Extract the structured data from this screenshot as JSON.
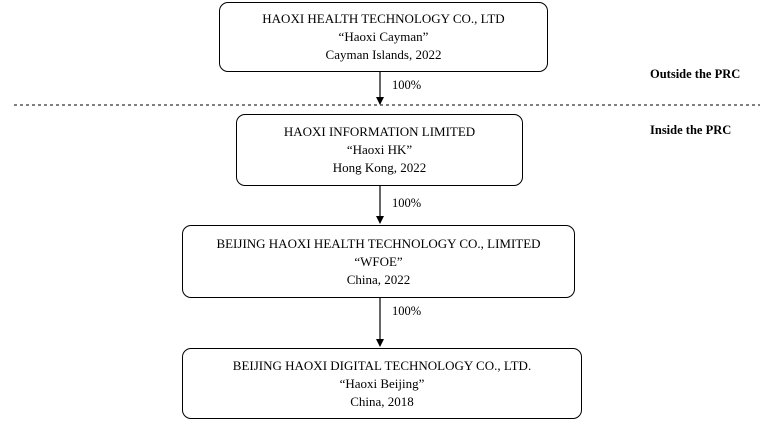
{
  "entities": [
    {
      "name": "HAOXI HEALTH TECHNOLOGY CO., LTD",
      "short_name": "“Haoxi Cayman”",
      "jurisdiction": "Cayman Islands, 2022"
    },
    {
      "name": "HAOXI INFORMATION LIMITED",
      "short_name": "“Haoxi HK”",
      "jurisdiction": "Hong Kong, 2022"
    },
    {
      "name": "BEIJING HAOXI HEALTH TECHNOLOGY CO., LIMITED",
      "short_name": "“WFOE”",
      "jurisdiction": "China, 2022"
    },
    {
      "name": "BEIJING HAOXI DIGITAL TECHNOLOGY CO., LTD.",
      "short_name": "“Haoxi Beijing”",
      "jurisdiction": "China, 2018"
    }
  ],
  "ownership": [
    {
      "label": "100%"
    },
    {
      "label": "100%"
    },
    {
      "label": "100%"
    }
  ],
  "regions": {
    "outside": "Outside the PRC",
    "inside": "Inside the PRC"
  }
}
